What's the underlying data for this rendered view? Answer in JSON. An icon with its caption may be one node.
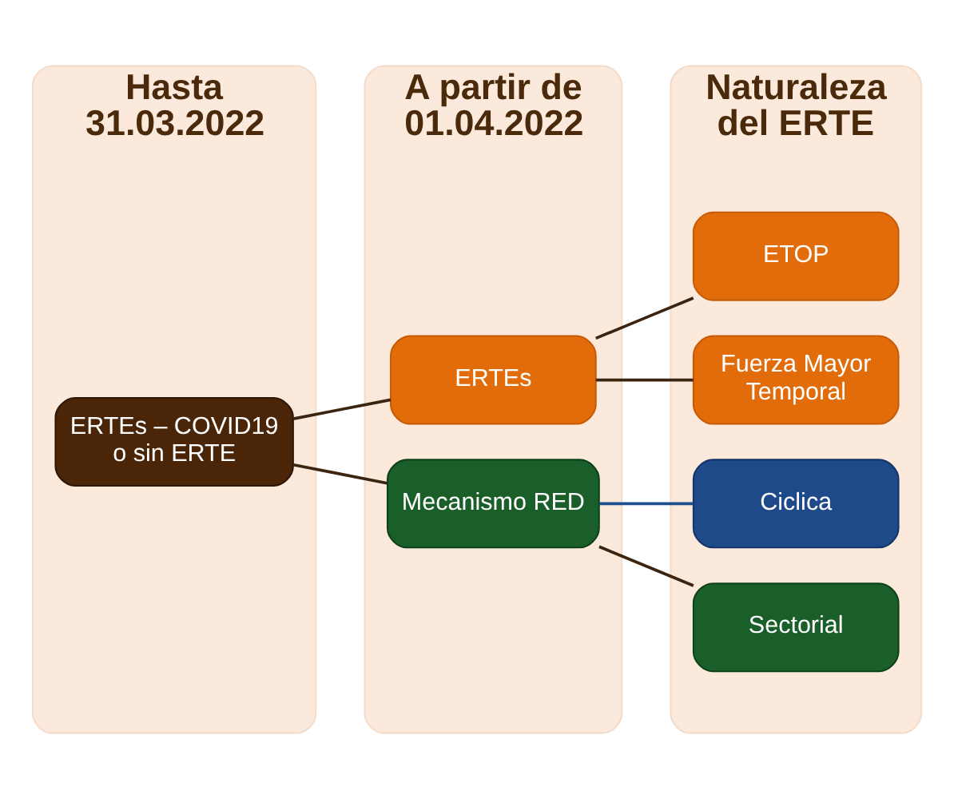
{
  "diagram": {
    "nodes": [
      {
        "text": [
          "Hasta 31.03.2022"
        ]
      },
      {
        "text": [
          "ERTEs – COVID19 o sin ERTE"
        ],
        "in": 0
      },
      {
        "text": [
          "A partir de 01.04.2022"
        ]
      },
      {
        "text": [
          "ERTEs"
        ],
        "in": 2
      },
      {
        "text": [
          "Mecanismo RED"
        ],
        "in": 2
      },
      {
        "text": [
          "Naturaleza del ERTE"
        ]
      },
      {
        "text": [
          "ETOP"
        ],
        "in": 5
      },
      {
        "text": [
          "Fuerza Mayor Temporal"
        ],
        "in": 5
      },
      {
        "text": [
          "Ciclica"
        ],
        "in": 5
      },
      {
        "text": [
          "Sectorial"
        ],
        "in": 5
      }
    ],
    "edges": [
      {
        "from": 1,
        "to": 3,
        "arrow": "none"
      },
      {
        "from": 1,
        "to": 4,
        "arrow": "none"
      },
      {
        "from": 3,
        "to": 6,
        "arrow": "none"
      },
      {
        "from": 3,
        "to": 7,
        "arrow": "none"
      },
      {
        "from": 4,
        "to": 8,
        "arrow": "none",
        "color": "#1f4e8c"
      },
      {
        "from": 4,
        "to": 9,
        "arrow": "none"
      }
    ]
  }
}
